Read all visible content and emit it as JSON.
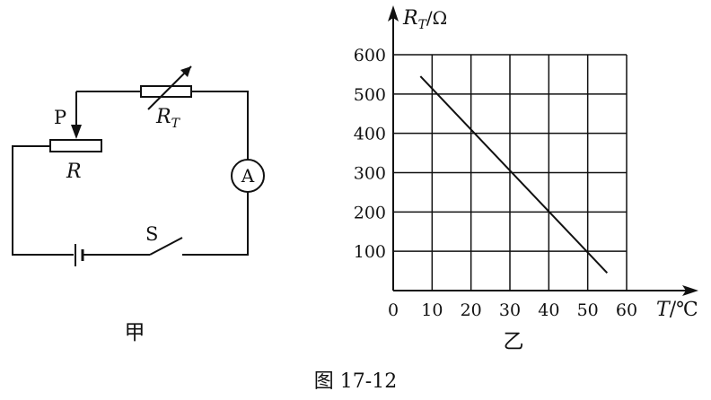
{
  "figure_caption": "图 17-12",
  "circuit": {
    "caption": "甲",
    "labels": {
      "slider": "P",
      "rheostat": "R",
      "thermistor_main": "R",
      "thermistor_sub": "T",
      "ammeter": "A",
      "switch": "S"
    }
  },
  "chart_data": {
    "type": "line",
    "caption": "乙",
    "y_axis_label": {
      "main": "R",
      "sub": "T",
      "unit": "/Ω"
    },
    "x_axis_label": {
      "main": "T",
      "unit": "/℃"
    },
    "x_ticks": [
      0,
      10,
      20,
      30,
      40,
      50,
      60
    ],
    "y_ticks": [
      100,
      200,
      300,
      400,
      500,
      600
    ],
    "xlim": [
      0,
      60
    ],
    "ylim": [
      0,
      600
    ],
    "grid": true,
    "series": [
      {
        "x": [
          7,
          55
        ],
        "y": [
          545,
          45
        ]
      }
    ]
  }
}
